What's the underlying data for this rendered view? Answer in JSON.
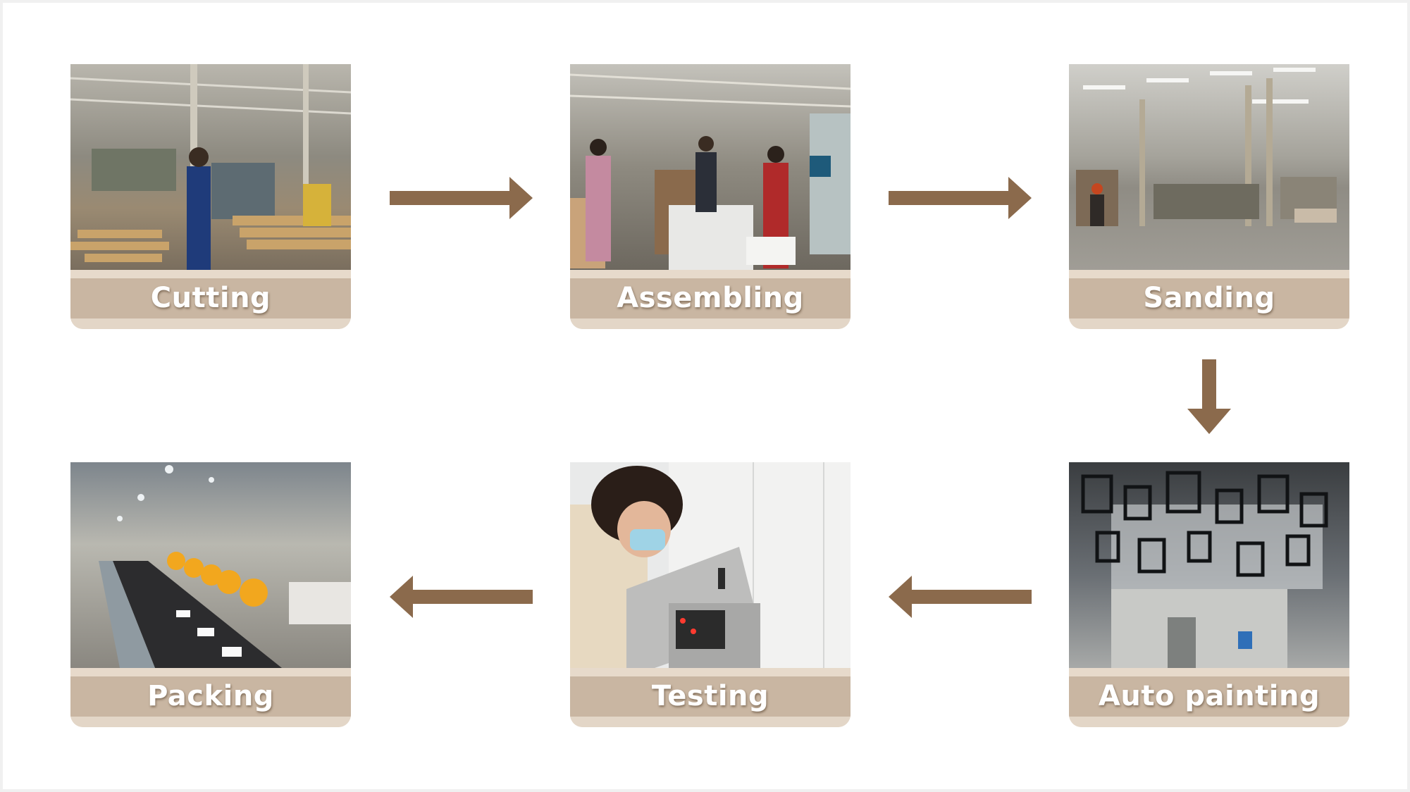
{
  "colors": {
    "arrow": "#8b6a4c",
    "label_band": "#c9b6a2",
    "label_text": "#ffffff"
  },
  "steps": [
    {
      "label": "Cutting",
      "icon": "cutting-photo"
    },
    {
      "label": "Assembling",
      "icon": "assembling-photo"
    },
    {
      "label": "Sanding",
      "icon": "sanding-photo"
    },
    {
      "label": "Auto painting",
      "icon": "auto-painting-photo"
    },
    {
      "label": "Testing",
      "icon": "testing-photo"
    },
    {
      "label": "Packing",
      "icon": "packing-photo"
    }
  ],
  "arrows": [
    {
      "from": "Cutting",
      "to": "Assembling",
      "direction": "right"
    },
    {
      "from": "Assembling",
      "to": "Sanding",
      "direction": "right"
    },
    {
      "from": "Sanding",
      "to": "Auto painting",
      "direction": "down"
    },
    {
      "from": "Auto painting",
      "to": "Testing",
      "direction": "left"
    },
    {
      "from": "Testing",
      "to": "Packing",
      "direction": "left"
    }
  ]
}
